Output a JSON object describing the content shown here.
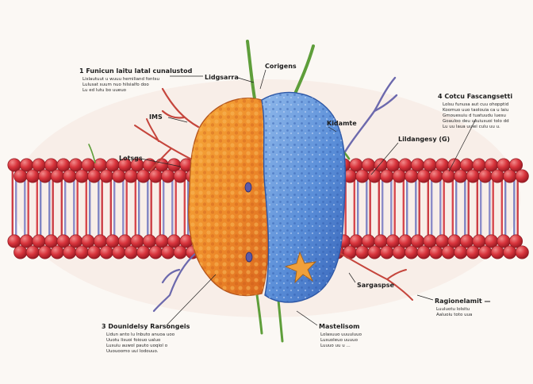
{
  "diagram": {
    "labels": [
      {
        "id": "top-left",
        "title": "1 Funicun laitu latal cunalustod",
        "lines": [
          "Lislautuut u wuuu hemiliand fontsu",
          "Lulusat suum nuo hilsialfo doo",
          "Lu ed lutu bo uueuo"
        ]
      },
      {
        "id": "top-center-left",
        "title": "Lidgsarra",
        "lines": []
      },
      {
        "id": "top-center-right",
        "title": "Corigens",
        "lines": []
      },
      {
        "id": "left-upper",
        "title": "IMS",
        "lines": []
      },
      {
        "id": "left-mid",
        "title": "Lotsgs",
        "lines": []
      },
      {
        "id": "right-upper-inner",
        "title": "Kidamte",
        "lines": []
      },
      {
        "id": "right-mid-inner",
        "title": "Lildangesy (G)",
        "lines": []
      },
      {
        "id": "top-right",
        "title": "4 Cotcu Fascangsetti",
        "lines": [
          "Lolsu funusa aut cuu ohopptid",
          "Koomuo uuo taolouia ca u laiu",
          "Gmouesuiu d tuatuudu luesu",
          "Goauloo deu usuiusuoi tolo dd",
          "Lu uu laua uuiei culu uu u."
        ]
      },
      {
        "id": "bottom-right-inner",
        "title": "Sargaspse",
        "lines": []
      },
      {
        "id": "bottom-right",
        "title": "Ragionelamit —",
        "lines": [
          "Luuluotu lolsitu",
          "Aaluoiu toto uua"
        ]
      },
      {
        "id": "bottom-left",
        "title": "3 Dounidelsy Rarsongeis",
        "lines": [
          "Lidun anto lu Inbuto anuoa uoo",
          "Uuotu lisuoi foiouo ualuo",
          "Lusuiu auwol pauto uoqiol o",
          "Uuouoomo uui lodouuo."
        ]
      },
      {
        "id": "bottom-center",
        "title": "Mastelisom",
        "lines": [
          "Lolasuuo uuuuluuo",
          "Lusuoleuo uuuuo",
          "Luuuo uu u ..."
        ]
      }
    ]
  }
}
